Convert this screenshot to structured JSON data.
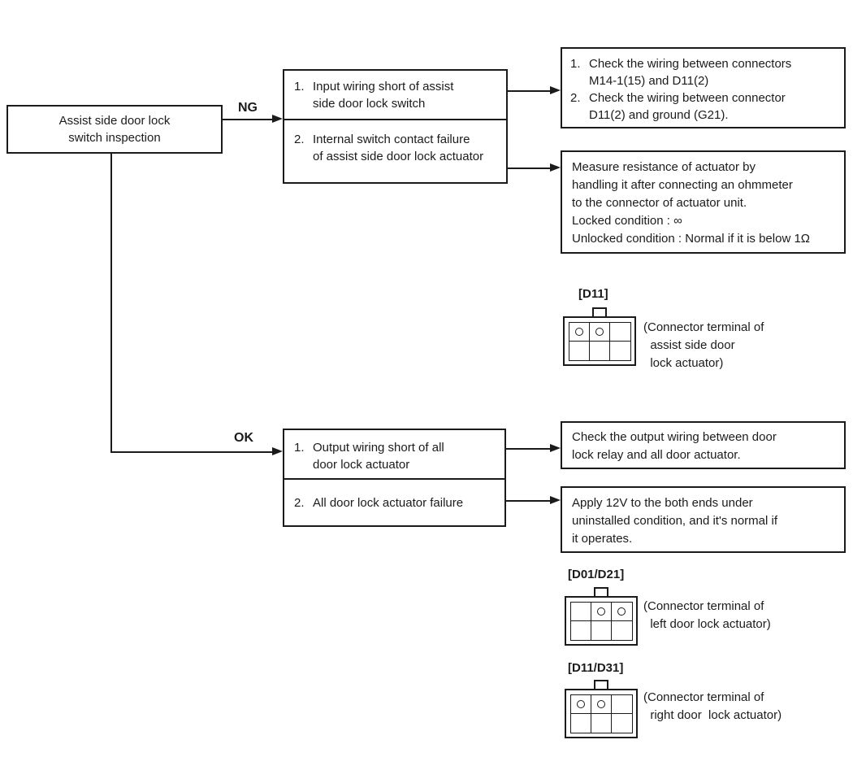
{
  "flowchart": {
    "start": {
      "line1": "Assist side door lock",
      "line2": "switch inspection"
    },
    "ng": {
      "label": "NG",
      "causes": [
        {
          "num": "1.",
          "text": "Input wiring short of assist\nside door lock switch"
        },
        {
          "num": "2.",
          "text": "Internal switch contact failure\nof assist side door lock actuator"
        }
      ],
      "action_wiring": {
        "items": [
          {
            "num": "1.",
            "text": "Check the wiring between connectors\nM14-1(15) and D11(2)"
          },
          {
            "num": "2.",
            "text": "Check the wiring between connector\nD11(2) and ground (G21)."
          }
        ]
      },
      "action_resistance": "Measure resistance of actuator by\nhandling it after connecting an ohmmeter\nto the connector of actuator unit.\nLocked condition : ∞\nUnlocked condition : Normal if it is below 1Ω"
    },
    "ok": {
      "label": "OK",
      "causes": [
        {
          "num": "1.",
          "text": "Output wiring short of all\ndoor lock actuator"
        },
        {
          "num": "2.",
          "text": "All door lock actuator failure"
        }
      ],
      "action_output": "Check the output wiring between door\nlock relay and all door actuator.",
      "action_apply": "Apply 12V to the both ends under\nuninstalled condition, and it's normal if\nit operates."
    },
    "connectors": [
      {
        "label": "[D11]",
        "caption": "(Connector terminal of\n  assist side door\n  lock actuator)",
        "pins": [
          true,
          true,
          false
        ]
      },
      {
        "label": "[D01/D21]",
        "caption": "(Connector terminal of\n  left door lock actuator)",
        "pins": [
          false,
          true,
          true
        ]
      },
      {
        "label": "[D11/D31]",
        "caption": "(Connector terminal of\n  right door  lock actuator)",
        "pins": [
          true,
          true,
          false
        ]
      }
    ],
    "colors": {
      "ink": "#1b1b1b",
      "background": "#ffffff"
    }
  }
}
